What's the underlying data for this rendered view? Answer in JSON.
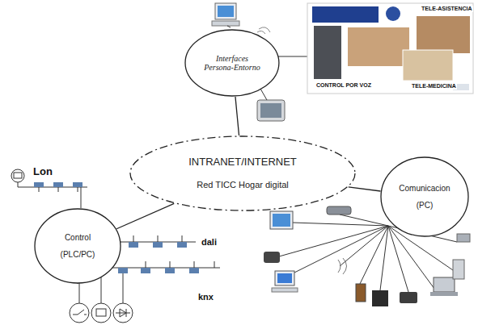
{
  "diagram": {
    "nodes": [
      {
        "text": [
          "Interfaces Persona-Entorno"
        ]
      },
      {
        "text": [
          "INTRANET/INTERNET",
          "Red TICC Hogar digital"
        ]
      },
      {
        "text": [
          "Comunicacion",
          "(PC)"
        ]
      },
      {
        "text": [
          "Control",
          "(PLC/PC)"
        ]
      }
    ],
    "edges": [
      {
        "from": 0,
        "to": 1,
        "arrow": "none"
      },
      {
        "from": 2,
        "to": 1,
        "arrow": "none"
      },
      {
        "from": 3,
        "to": 1,
        "arrow": "none"
      }
    ],
    "labels": [
      "Lon",
      "dali",
      "knx",
      "TELE-ASISTENCIA",
      "TELE-MEDICINA",
      "CONTROL POR VOZ"
    ]
  }
}
